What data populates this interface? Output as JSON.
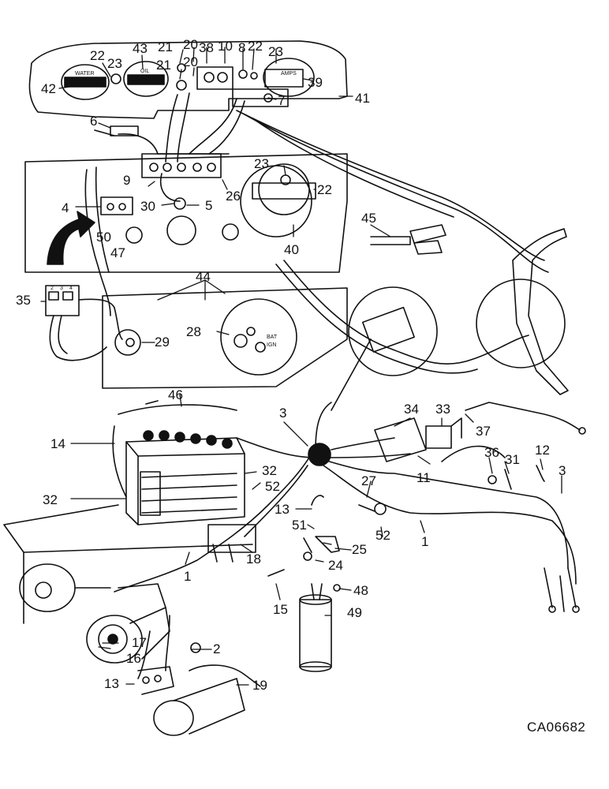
{
  "figure": {
    "code": "CA06682",
    "callouts": [
      "1",
      "2",
      "3",
      "4",
      "5",
      "6",
      "7",
      "8",
      "9",
      "10",
      "11",
      "12",
      "13",
      "14",
      "15",
      "16",
      "17",
      "18",
      "19",
      "20",
      "21",
      "22",
      "23",
      "24",
      "25",
      "26",
      "27",
      "28",
      "29",
      "30",
      "31",
      "32",
      "33",
      "34",
      "35",
      "36",
      "37",
      "38",
      "39",
      "40",
      "41",
      "42",
      "43",
      "44",
      "45",
      "46",
      "47",
      "48",
      "49",
      "50",
      "51",
      "52"
    ]
  },
  "gauge_text": {
    "water": "WATER",
    "oil": "OIL",
    "amps": "AMPS",
    "bat": "BAT",
    "ign": "IGN",
    "sw_a": "2",
    "sw_b": "3",
    "sw_c": "4"
  }
}
